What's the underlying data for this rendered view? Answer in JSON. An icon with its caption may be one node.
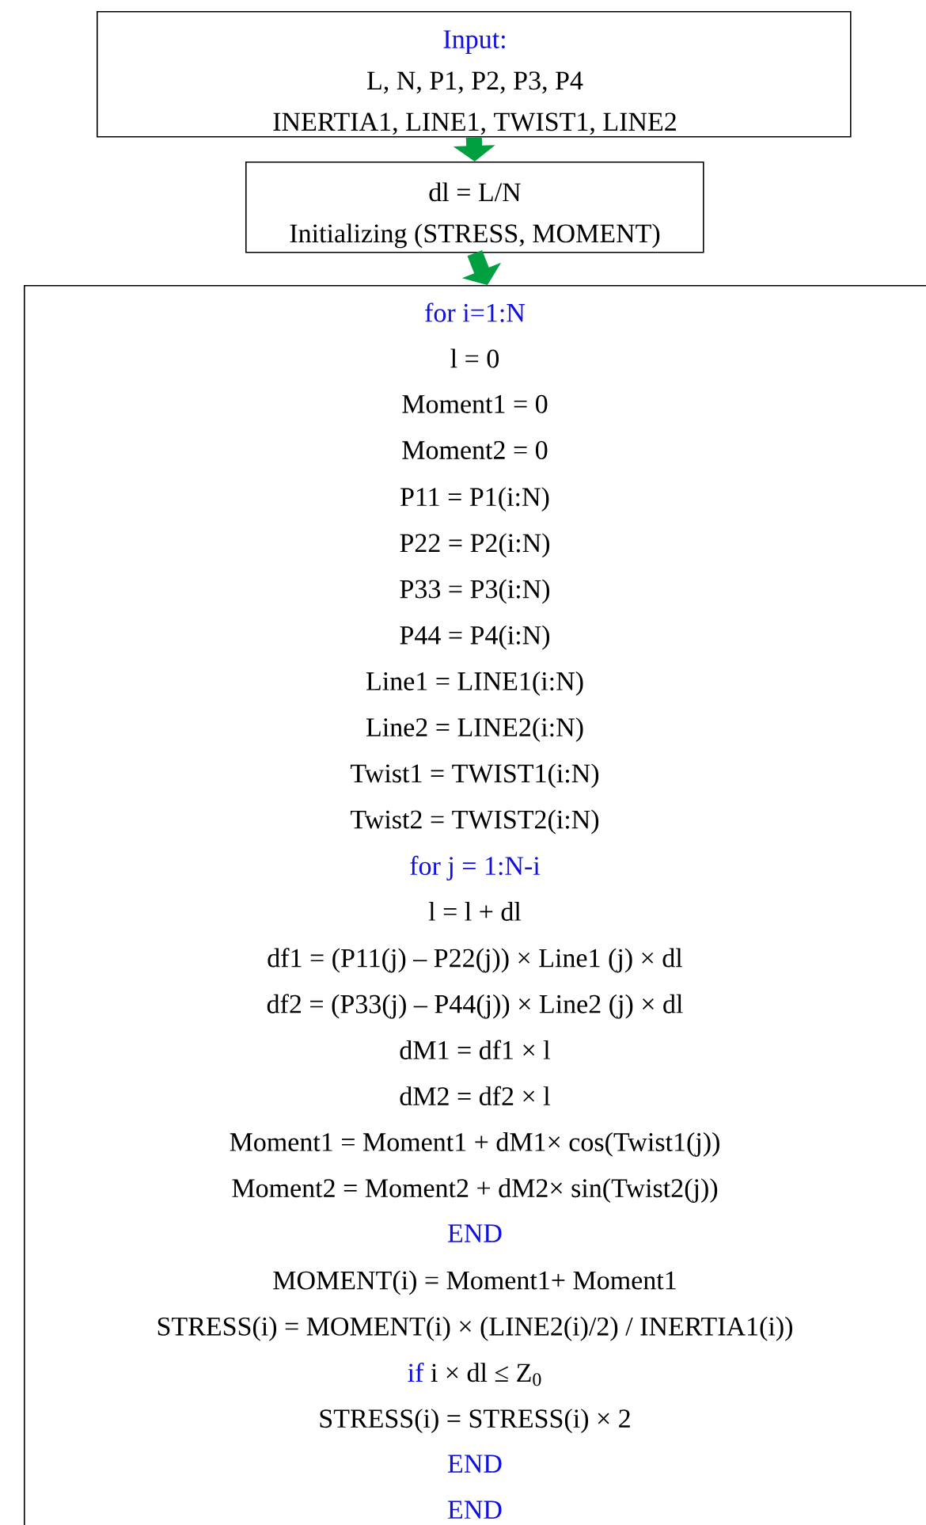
{
  "diagram": {
    "nodes": [
      {
        "text": [
          "Input:",
          "L, N, P1, P2, P3, P4",
          "INERTIA1, LINE1, TWIST1, LINE2"
        ]
      },
      {
        "text": [
          "dl = L/N",
          "Initializing (STRESS, MOMENT)"
        ]
      },
      {
        "text": [
          "for i=1:N",
          "l = 0",
          "Moment1 = 0",
          "Moment2 = 0",
          "P11 = P1(i:N)",
          "P22 = P2(i:N)",
          "P33 = P3(i:N)",
          "P44 = P4(i:N)",
          "Line1 = LINE1(i:N)",
          "Line2 = LINE2(i:N)",
          "Twist1 = TWIST1(i:N)",
          "Twist2 = TWIST2(i:N)",
          "for j = 1:N-i",
          "l = l + dl",
          "df1 = (P11(j) – P22(j)) × Line1 (j) × dl",
          "df2 = (P33(j) – P44(j)) × Line2 (j) × dl",
          "dM1 = df1 × l",
          "dM2 = df2 × l",
          "Moment1 = Moment1 + dM1× cos(Twist1(j))",
          "Moment2 = Moment2 + dM2× sin(Twist2(j))",
          "END",
          "MOMENT(i) = Moment1+ Moment1",
          "STRESS(i) = MOMENT(i) × (LINE2(i)/2) / INERTIA1(i))",
          "if",
          "i × dl ≤ Z$_{0}$",
          "STRESS(i) = STRESS(i) × 2",
          "END",
          "END"
        ]
      }
    ],
    "edges": [
      {
        "from": 0,
        "to": 1,
        "arrow": "to"
      },
      {
        "from": 1,
        "to": 2,
        "arrow": "to"
      }
    ]
  }
}
